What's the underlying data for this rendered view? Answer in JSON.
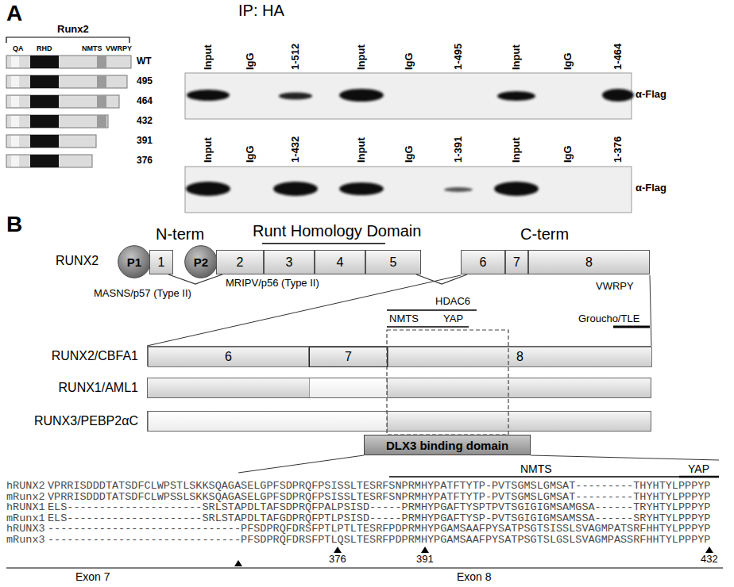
{
  "diagram": {
    "nodes": [
      {
        "text": [
          "P1"
        ]
      },
      {
        "text": [
          "1"
        ]
      },
      {
        "text": [
          "P2"
        ]
      },
      {
        "text": [
          "2"
        ]
      },
      {
        "text": [
          "3"
        ]
      },
      {
        "text": [
          "4"
        ]
      },
      {
        "text": [
          "5"
        ]
      },
      {
        "text": [
          "6"
        ]
      },
      {
        "text": [
          "7"
        ]
      },
      {
        "text": [
          "8"
        ]
      },
      {
        "text": [
          "RUNX2/CBFA1"
        ]
      },
      {
        "text": [
          "6"
        ],
        "in": 10
      },
      {
        "text": [
          "7"
        ],
        "in": 10
      },
      {
        "text": [
          "8"
        ],
        "in": 10
      },
      {
        "text": [
          "RUNX1/AML1"
        ]
      },
      {
        "text": [
          "RUNX3/PEBP2αC"
        ]
      },
      {
        "text": [
          "DLX3 binding domain"
        ]
      }
    ],
    "edges": [
      {
        "from": 1,
        "to": 3,
        "arrow": "none"
      },
      {
        "from": 6,
        "to": 7,
        "arrow": "none"
      }
    ],
    "labels": [
      "A",
      "Runx2",
      "QA",
      "RHD",
      "NMTS",
      "VWRPY",
      "WT",
      "495",
      "464",
      "432",
      "391",
      "376",
      "IP: HA",
      "Input",
      "IgG",
      "1-512",
      "Input",
      "IgG",
      "1-495",
      "Input",
      "IgG",
      "1-464",
      "α-Flag",
      "Input",
      "IgG",
      "1-432",
      "Input",
      "IgG",
      "1-391",
      "Input",
      "IgG",
      "1-376",
      "α-Flag",
      "B",
      "N-term",
      "Runt Homology Domain",
      "C-term",
      "RUNX2",
      "MASNS/p57 (Type II)",
      "MRIPV/p56 (Type II)",
      "VWRPY",
      "HDAC6",
      "NMTS",
      "YAP",
      "Groucho/TLE",
      "NMTS",
      "YAP",
      "hRUNX2",
      "VPRRISDDDTATSDFCLWPSTLSKKSQAGASELGPFSDPRQFPSISSLTESRFSNPRMHYPATFTYTP-PVTSGMSLGMSAT---------THYHTYLPPPYP",
      "mRunx2",
      "VPRRISDDDTATSDFCLWPSSLSKKSQAGASELGPFSDPRQFPSISSLTESRFSNPRMHYPATFTYTP-PVTSGMSLGMSAT---------THYHTYLPPPYP",
      "hRUNX1",
      "ELS---------------------SRLSTAPDLTAFSDPRQFPALPSISD-----PRMHYPGAFTYSPTPVTSGIGIGMSAMGSA------TRYHTYLPPPYP",
      "mRunx1",
      "ELS---------------------SRLSTAPDLTAFGDPRQFPTLPSISD-----PRMHYPGAFTYSP-PVTSGIGIGMSAMSSA------SRYHTYLPPPYP",
      "hRUNX3",
      "------------------------------PFSDPRQFDRSFPTLPTLTESRFPDPRMHYPGAMSAAFPYSATPSGTSISSLSVAGMPATSRFHHTYLPPPYP",
      "mRunx3",
      "------------------------------PFSDPRQFDRSFPTLQSLTESRFPDPRMHYPGAMSAAFPYSATPSGTSLGSLSVAGMPASSRFHHTYLPPPYP",
      "376",
      "391",
      "432",
      "Exon 7",
      "Exon 8"
    ]
  }
}
